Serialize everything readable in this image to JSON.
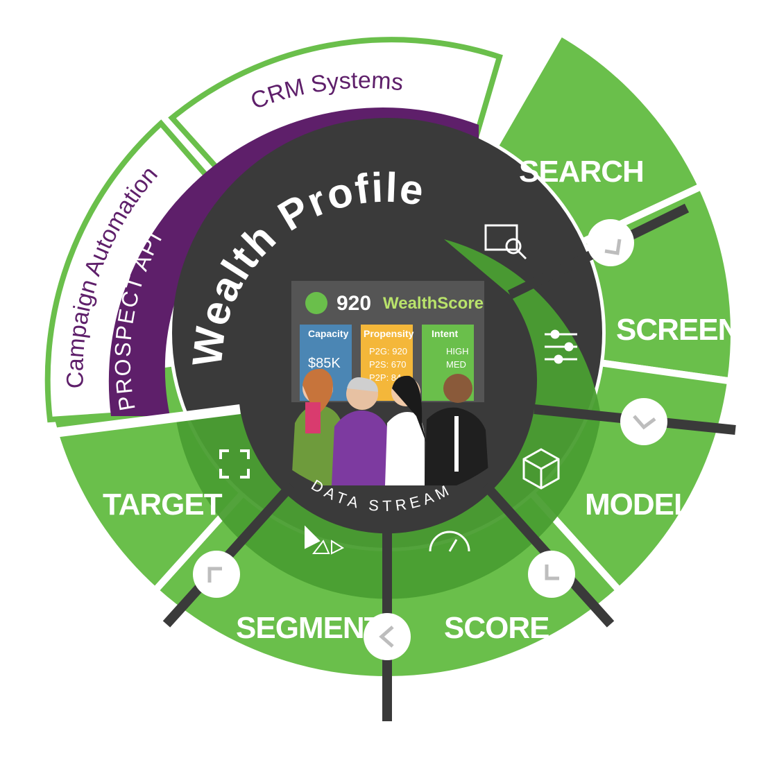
{
  "outer_labels": {
    "crm": "CRM Systems",
    "campaign": "Campaign Automation"
  },
  "api_band": {
    "text": "PROSPECT API"
  },
  "center": {
    "title": "Wealth Profiles",
    "stream": "DATA STREAM"
  },
  "segments": [
    {
      "label": "SEARCH",
      "icon": "search-window-icon"
    },
    {
      "label": "SCREEN",
      "icon": "sliders-icon"
    },
    {
      "label": "MODEL",
      "icon": "cube-icon"
    },
    {
      "label": "SCORE",
      "icon": "gauge-icon"
    },
    {
      "label": "SEGMENT",
      "icon": "segments-icon"
    },
    {
      "label": "TARGET",
      "icon": "target-frame-icon"
    }
  ],
  "score_card": {
    "score": "920",
    "score_label": "WealthScore",
    "capacity": {
      "head": "Capacity",
      "value": "$85K"
    },
    "propensity": {
      "head": "Propensity",
      "lines": [
        "P2G: 920",
        "P2S: 670",
        "P2P: 84"
      ]
    },
    "intent": {
      "head": "Intent",
      "lines": [
        "HIGH",
        "MED"
      ]
    }
  },
  "colors": {
    "green": "#6abf4b",
    "green_dark": "#4a9e32",
    "purple": "#5e1f6a",
    "dark": "#3a3a3a",
    "white": "#ffffff"
  }
}
